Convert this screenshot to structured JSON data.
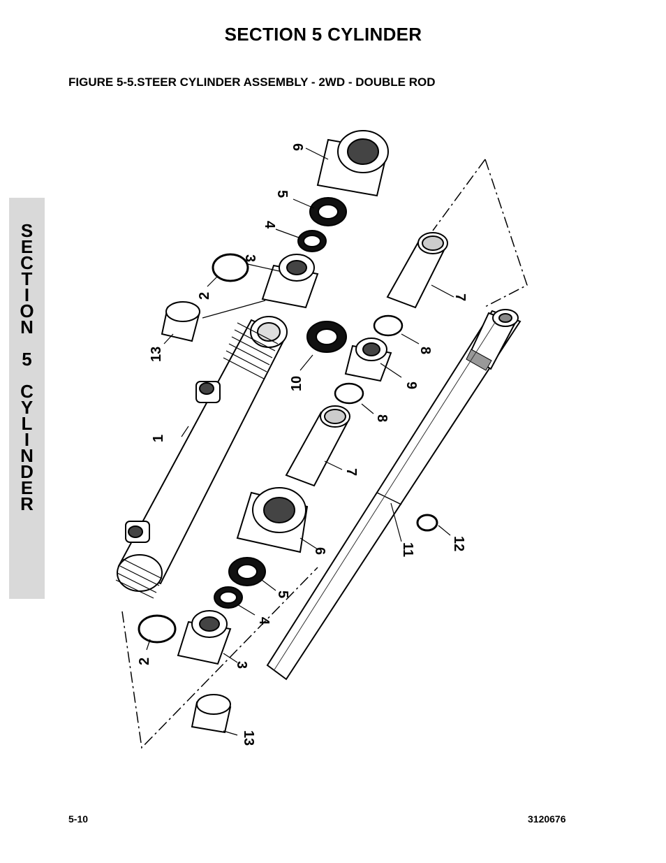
{
  "header": {
    "section_title": "SECTION 5    CYLINDER",
    "figure_title": "FIGURE 5-5.STEER CYLINDER ASSEMBLY - 2WD - DOUBLE ROD"
  },
  "side_tab": {
    "text": "S\nE\nC\nT\nI\nO\nN\n \n5\n \nC\nY\nL\nI\nN\nD\nE\nR"
  },
  "callouts": {
    "c1": "1",
    "c2a": "2",
    "c2b": "2",
    "c3a": "3",
    "c3b": "3",
    "c4a": "4",
    "c4b": "4",
    "c5a": "5",
    "c5b": "5",
    "c6a": "6",
    "c6b": "6",
    "c7a": "7",
    "c7b": "7",
    "c8a": "8",
    "c8b": "8",
    "c9": "9",
    "c10": "10",
    "c11": "11",
    "c12": "12",
    "c13a": "13",
    "c13b": "13"
  },
  "footer": {
    "page_number": "5-10",
    "doc_number": "3120676"
  }
}
